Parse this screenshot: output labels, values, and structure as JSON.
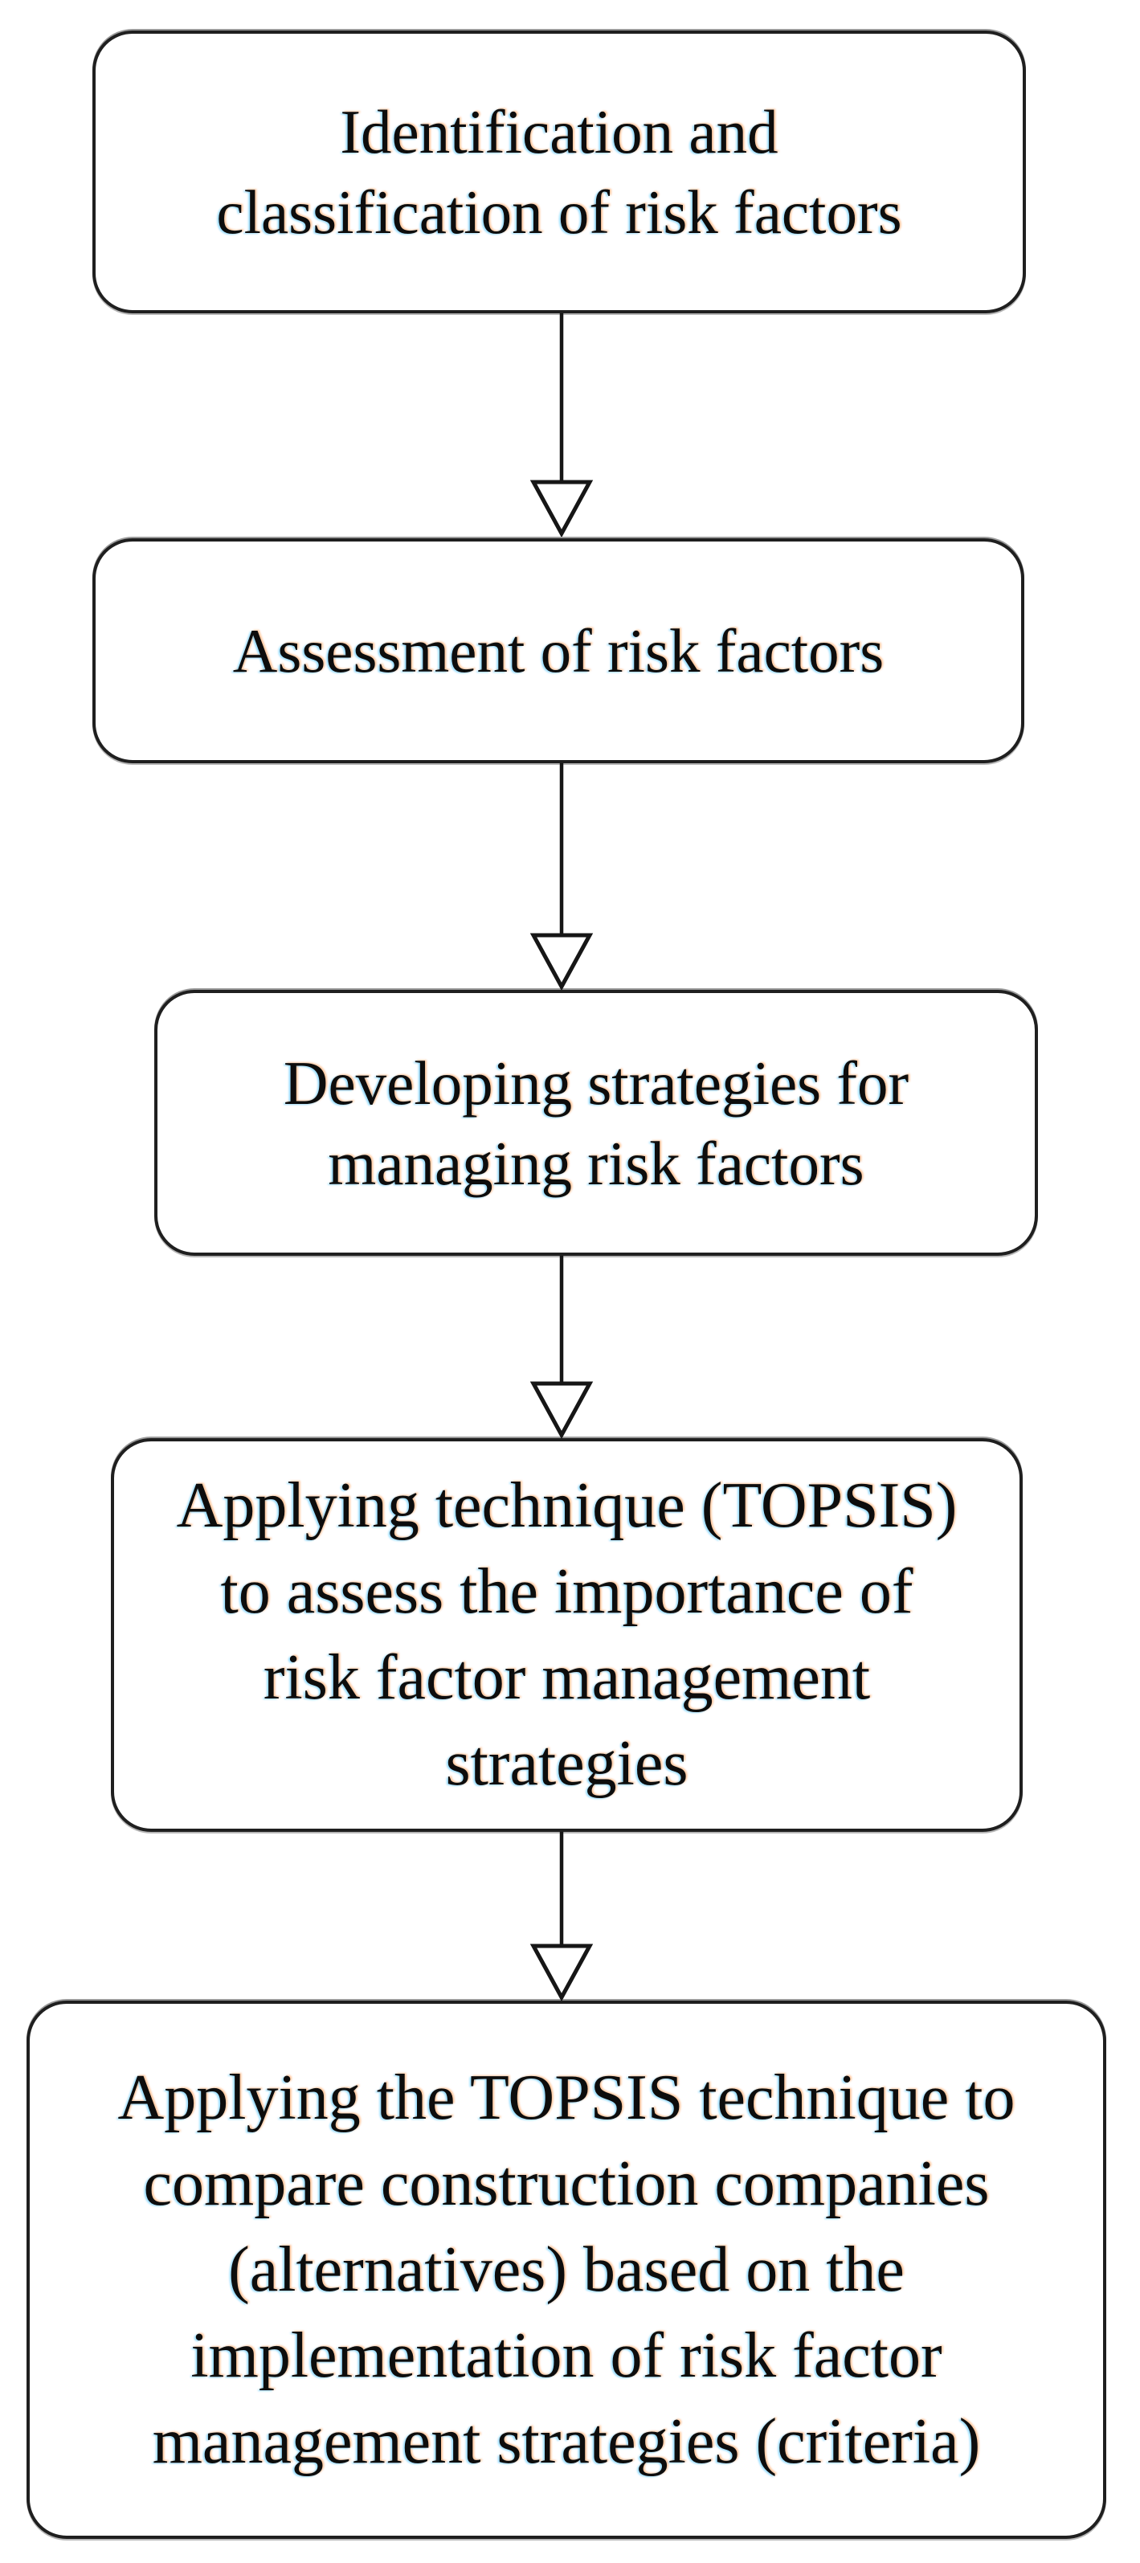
{
  "figure": {
    "type": "flowchart",
    "background_color": "#ffffff",
    "node_border_color": "#1f1f1f",
    "node_fill_color": "#ffffff",
    "text_color": "#0d0d0d",
    "steps": [
      {
        "label": "Identification and\nclassification of risk factors"
      },
      {
        "label": "Assessment of risk factors"
      },
      {
        "label": "Developing strategies for\nmanaging risk factors"
      },
      {
        "label": "Applying technique (TOPSIS)\nto assess the importance of\nrisk factor management\nstrategies"
      },
      {
        "label": "Applying the TOPSIS technique to\ncompare construction companies\n(alternatives) based on the\nimplementation of risk factor\nmanagement strategies (criteria)"
      }
    ],
    "connectors": [
      {
        "icon": "arrow-down-icon",
        "from": 1,
        "to": 2
      },
      {
        "icon": "arrow-down-icon",
        "from": 2,
        "to": 3
      },
      {
        "icon": "arrow-down-icon",
        "from": 3,
        "to": 4
      },
      {
        "icon": "arrow-down-icon",
        "from": 4,
        "to": 5
      }
    ]
  }
}
